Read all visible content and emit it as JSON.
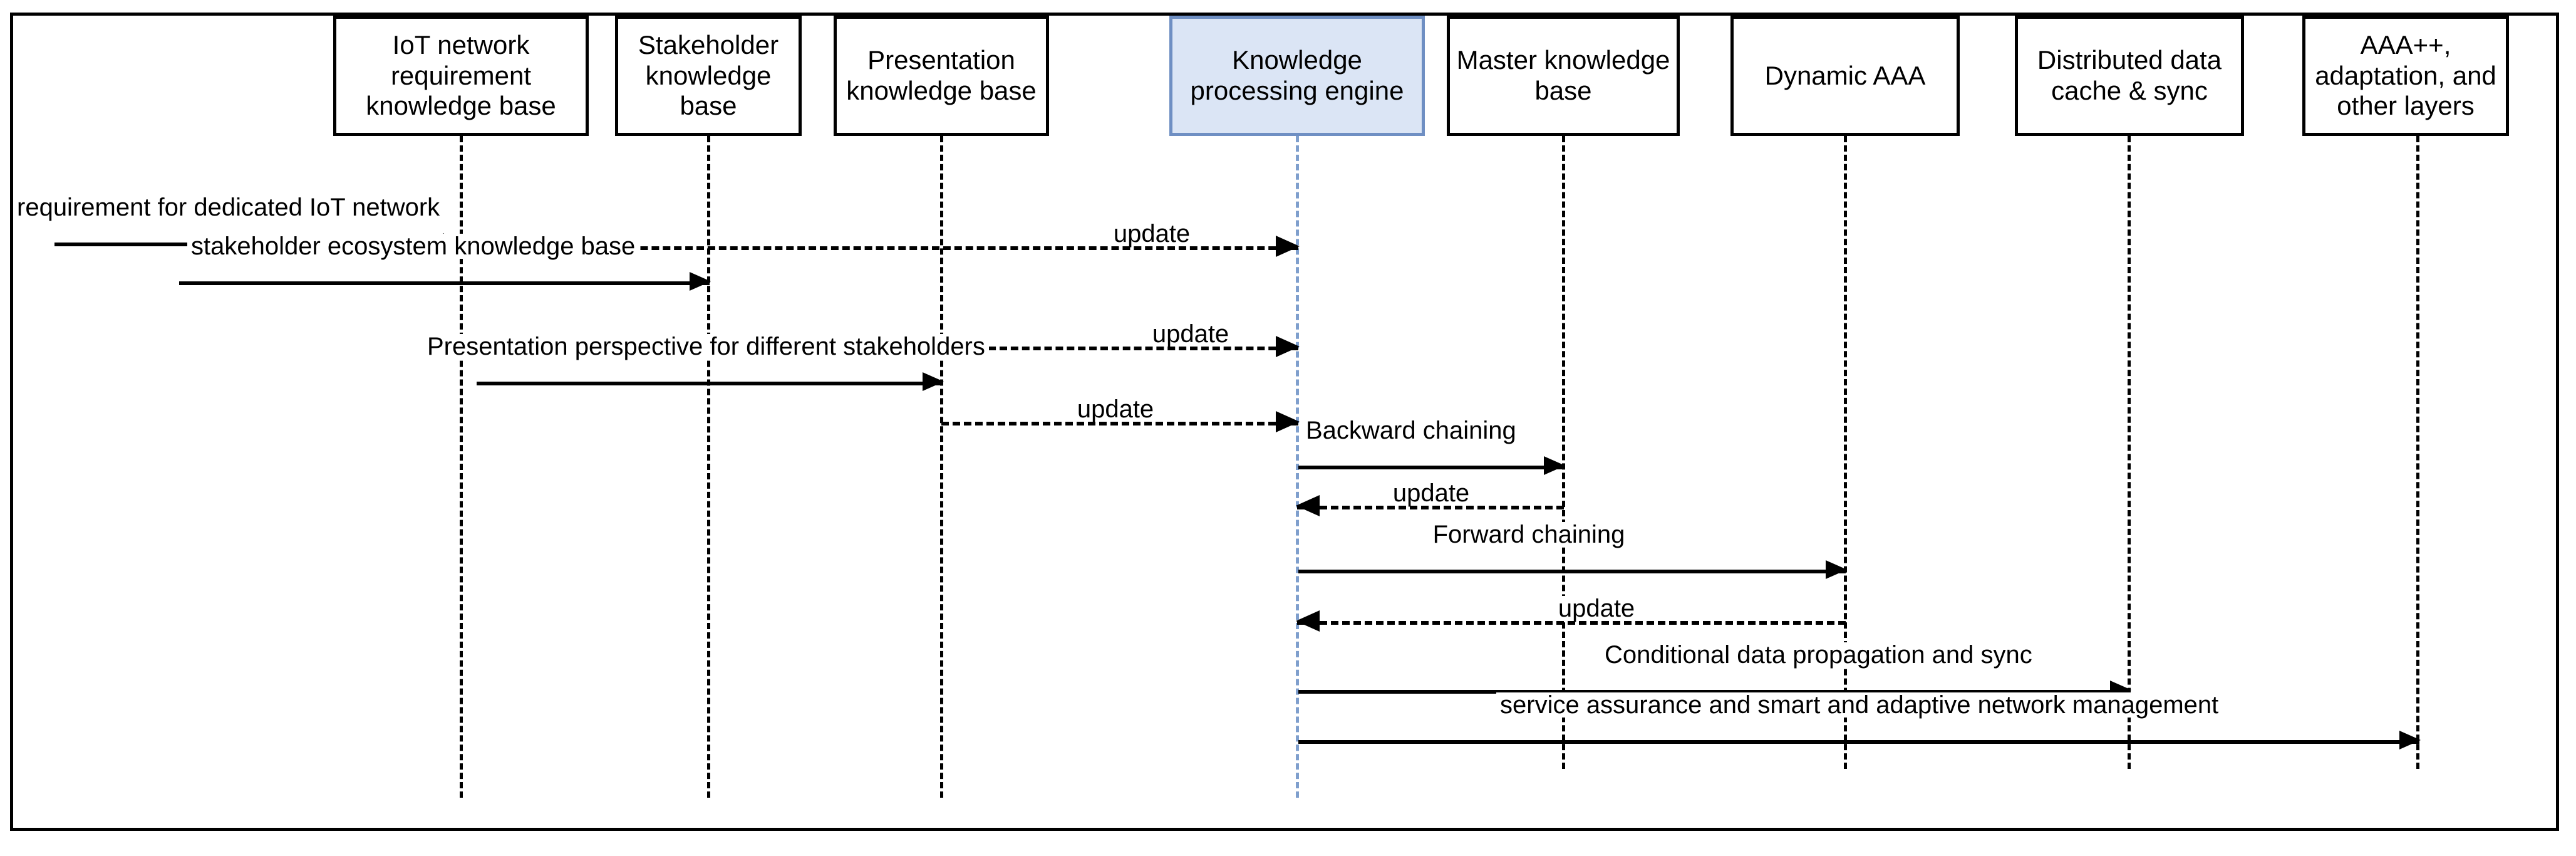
{
  "diagram": {
    "type": "uml-sequence-diagram",
    "title": "",
    "accent_color": "#dbe5f5",
    "accent_border_color": "#6f8fc3",
    "line_color": "#000000",
    "background_color": "#ffffff",
    "participants": [
      {
        "id": "iot-network-requirement-kb",
        "label": "IoT network requirement knowledge base",
        "highlighted": false
      },
      {
        "id": "stakeholder-kb",
        "label": "Stakeholder knowledge base",
        "highlighted": false
      },
      {
        "id": "presentation-kb",
        "label": "Presentation knowledge base",
        "highlighted": false
      },
      {
        "id": "knowledge-processing-engine",
        "label": "Knowledge processing engine",
        "highlighted": true
      },
      {
        "id": "master-knowledge-base",
        "label": "Master knowledge base",
        "highlighted": false
      },
      {
        "id": "dynamic-aaa",
        "label": "Dynamic AAA",
        "highlighted": false
      },
      {
        "id": "distributed-data-cache-sync",
        "label": "Distributed data cache & sync",
        "highlighted": false
      },
      {
        "id": "aaa-plus-plus-layers",
        "label": "AAA++, adaptation, and other layers",
        "highlighted": false
      }
    ],
    "messages": [
      {
        "id": "msg-1",
        "label": "requirement for dedicated IoT network",
        "style": "solid",
        "direction": "right",
        "from": "external",
        "to": "iot-network-requirement-kb"
      },
      {
        "id": "msg-2",
        "label": "update",
        "style": "dashed",
        "direction": "right",
        "from": "iot-network-requirement-kb",
        "to": "knowledge-processing-engine"
      },
      {
        "id": "msg-3",
        "label": "stakeholder ecosystem knowledge base",
        "style": "solid",
        "direction": "right",
        "from": "external",
        "to": "stakeholder-kb"
      },
      {
        "id": "msg-4",
        "label": "update",
        "style": "dashed",
        "direction": "right",
        "from": "stakeholder-kb",
        "to": "knowledge-processing-engine"
      },
      {
        "id": "msg-5",
        "label": "Presentation perspective for different stakeholders",
        "style": "solid",
        "direction": "right",
        "from": "external",
        "to": "presentation-kb"
      },
      {
        "id": "msg-6",
        "label": "update",
        "style": "dashed",
        "direction": "right",
        "from": "presentation-kb",
        "to": "knowledge-processing-engine"
      },
      {
        "id": "msg-7",
        "label": "Backward chaining",
        "style": "solid",
        "direction": "right",
        "from": "knowledge-processing-engine",
        "to": "master-knowledge-base"
      },
      {
        "id": "msg-8",
        "label": "update",
        "style": "dashed",
        "direction": "left",
        "from": "master-knowledge-base",
        "to": "knowledge-processing-engine"
      },
      {
        "id": "msg-9",
        "label": "Forward chaining",
        "style": "solid",
        "direction": "right",
        "from": "knowledge-processing-engine",
        "to": "dynamic-aaa"
      },
      {
        "id": "msg-10",
        "label": "update",
        "style": "dashed",
        "direction": "left",
        "from": "dynamic-aaa",
        "to": "knowledge-processing-engine"
      },
      {
        "id": "msg-11",
        "label": "Conditional data propagation and sync",
        "style": "solid",
        "direction": "right",
        "from": "knowledge-processing-engine",
        "to": "distributed-data-cache-sync"
      },
      {
        "id": "msg-12",
        "label": "service assurance and smart and adaptive network management",
        "style": "solid",
        "direction": "right",
        "from": "knowledge-processing-engine",
        "to": "aaa-plus-plus-layers"
      }
    ]
  }
}
